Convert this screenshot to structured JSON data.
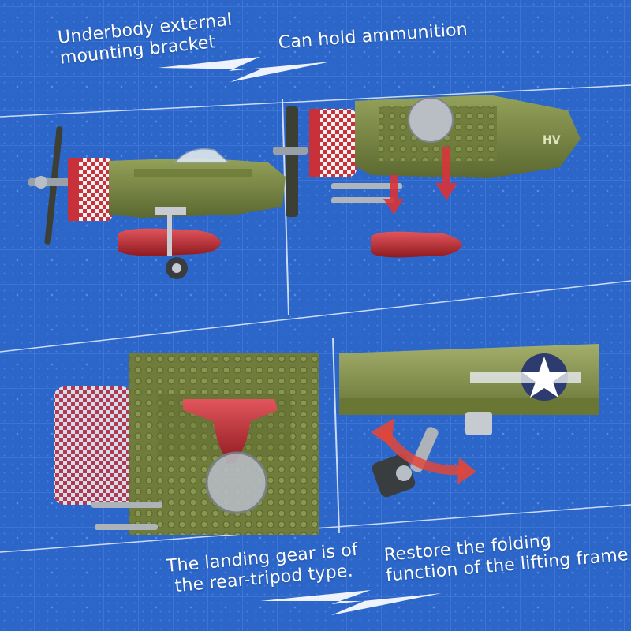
{
  "captions": {
    "top_left": "Underbody external\nmounting bracket",
    "top_right": "Can hold ammunition",
    "bottom_left": "The landing gear is of\nthe rear-tripod type.",
    "bottom_right": "Restore the folding\nfunction of the lifting frame"
  },
  "fuselage_marking": "HV",
  "colors": {
    "background": "#2c66c9",
    "fuselage_olive": "#7d8a44",
    "fuselage_dark": "#5d6a30",
    "engine_red": "#c8303a",
    "checker_white": "#f2f2f2",
    "bomb_red": "#b8222a",
    "arrow_red": "#e0463a",
    "star_blue": "#2e3b6e"
  },
  "icons": [
    "lightning-bolt-icon",
    "insignia-star-icon",
    "rotation-arrow-icon",
    "down-arrow-icon"
  ]
}
